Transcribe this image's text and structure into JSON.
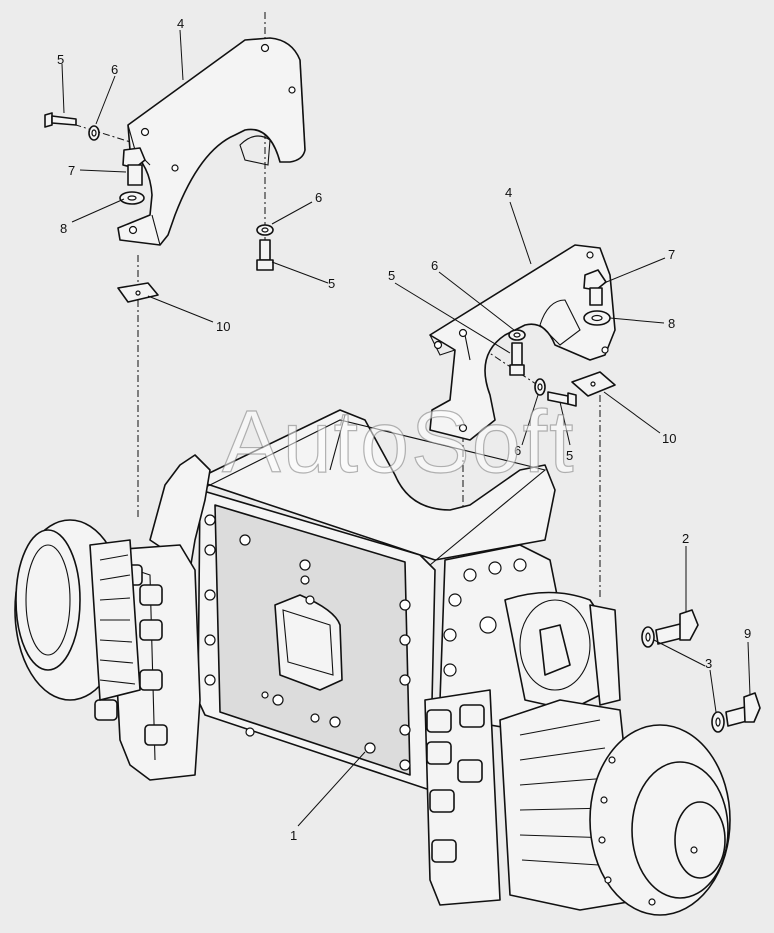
{
  "watermark": "AutoSoft",
  "callouts": [
    {
      "id": "c1",
      "label": "1"
    },
    {
      "id": "c2",
      "label": "2"
    },
    {
      "id": "c3",
      "label": "3"
    },
    {
      "id": "c4a",
      "label": "4"
    },
    {
      "id": "c4b",
      "label": "4"
    },
    {
      "id": "c5a",
      "label": "5"
    },
    {
      "id": "c5b",
      "label": "5"
    },
    {
      "id": "c5c",
      "label": "5"
    },
    {
      "id": "c5d",
      "label": "5"
    },
    {
      "id": "c6a",
      "label": "6"
    },
    {
      "id": "c6b",
      "label": "6"
    },
    {
      "id": "c6c",
      "label": "6"
    },
    {
      "id": "c6d",
      "label": "6"
    },
    {
      "id": "c7a",
      "label": "7"
    },
    {
      "id": "c7b",
      "label": "7"
    },
    {
      "id": "c8a",
      "label": "8"
    },
    {
      "id": "c8b",
      "label": "8"
    },
    {
      "id": "c9",
      "label": "9"
    },
    {
      "id": "c10a",
      "label": "10"
    },
    {
      "id": "c10b",
      "label": "10"
    }
  ]
}
